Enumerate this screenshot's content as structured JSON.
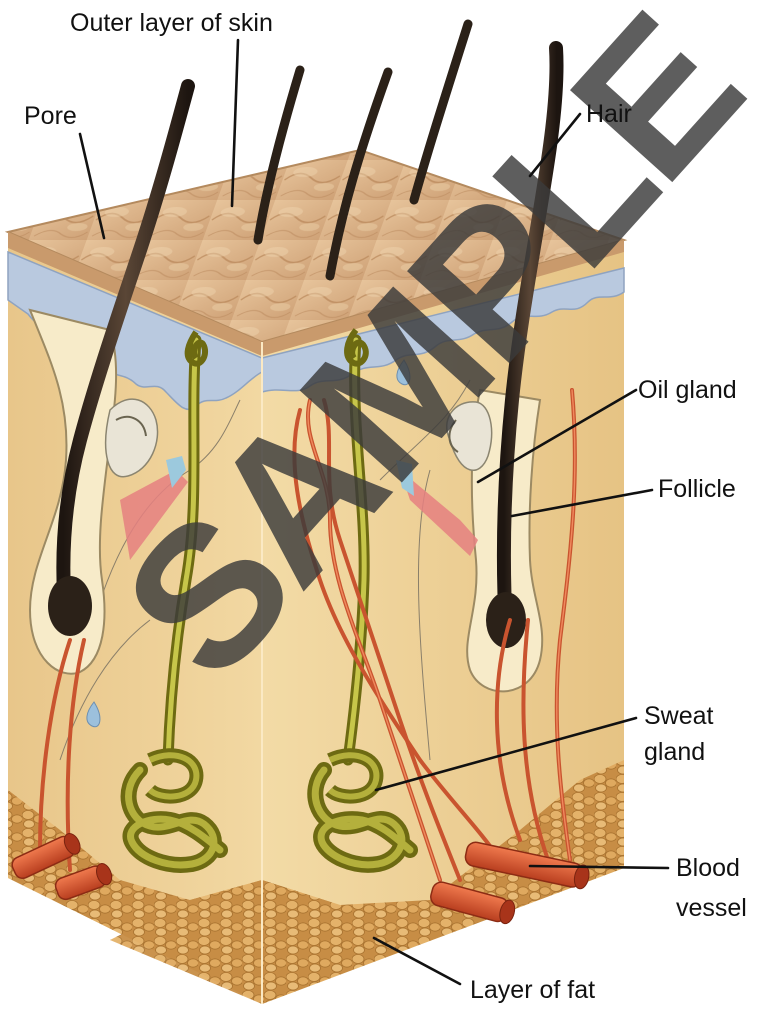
{
  "labels": {
    "outer_layer": "Outer layer of skin",
    "pore": "Pore",
    "hair": "Hair",
    "oil_gland": "Oil gland",
    "follicle": "Follicle",
    "sweat_gland_line1": "Sweat",
    "sweat_gland_line2": "gland",
    "blood_vessel_line1": "Blood",
    "blood_vessel_line2": "vessel",
    "fat_layer": "Layer of fat"
  },
  "watermark": "SAMPLE",
  "colors": {
    "epidermis_top": "#d8b48a",
    "dermis": "#ecce94",
    "epidermis_blue": "#b9c9df",
    "fat": "#d9a45a",
    "hair": "#2b2118",
    "blood_vessel": "#d9582f",
    "sweat_gland": "#8a8a1e",
    "watermark": "#3a3a3a"
  }
}
